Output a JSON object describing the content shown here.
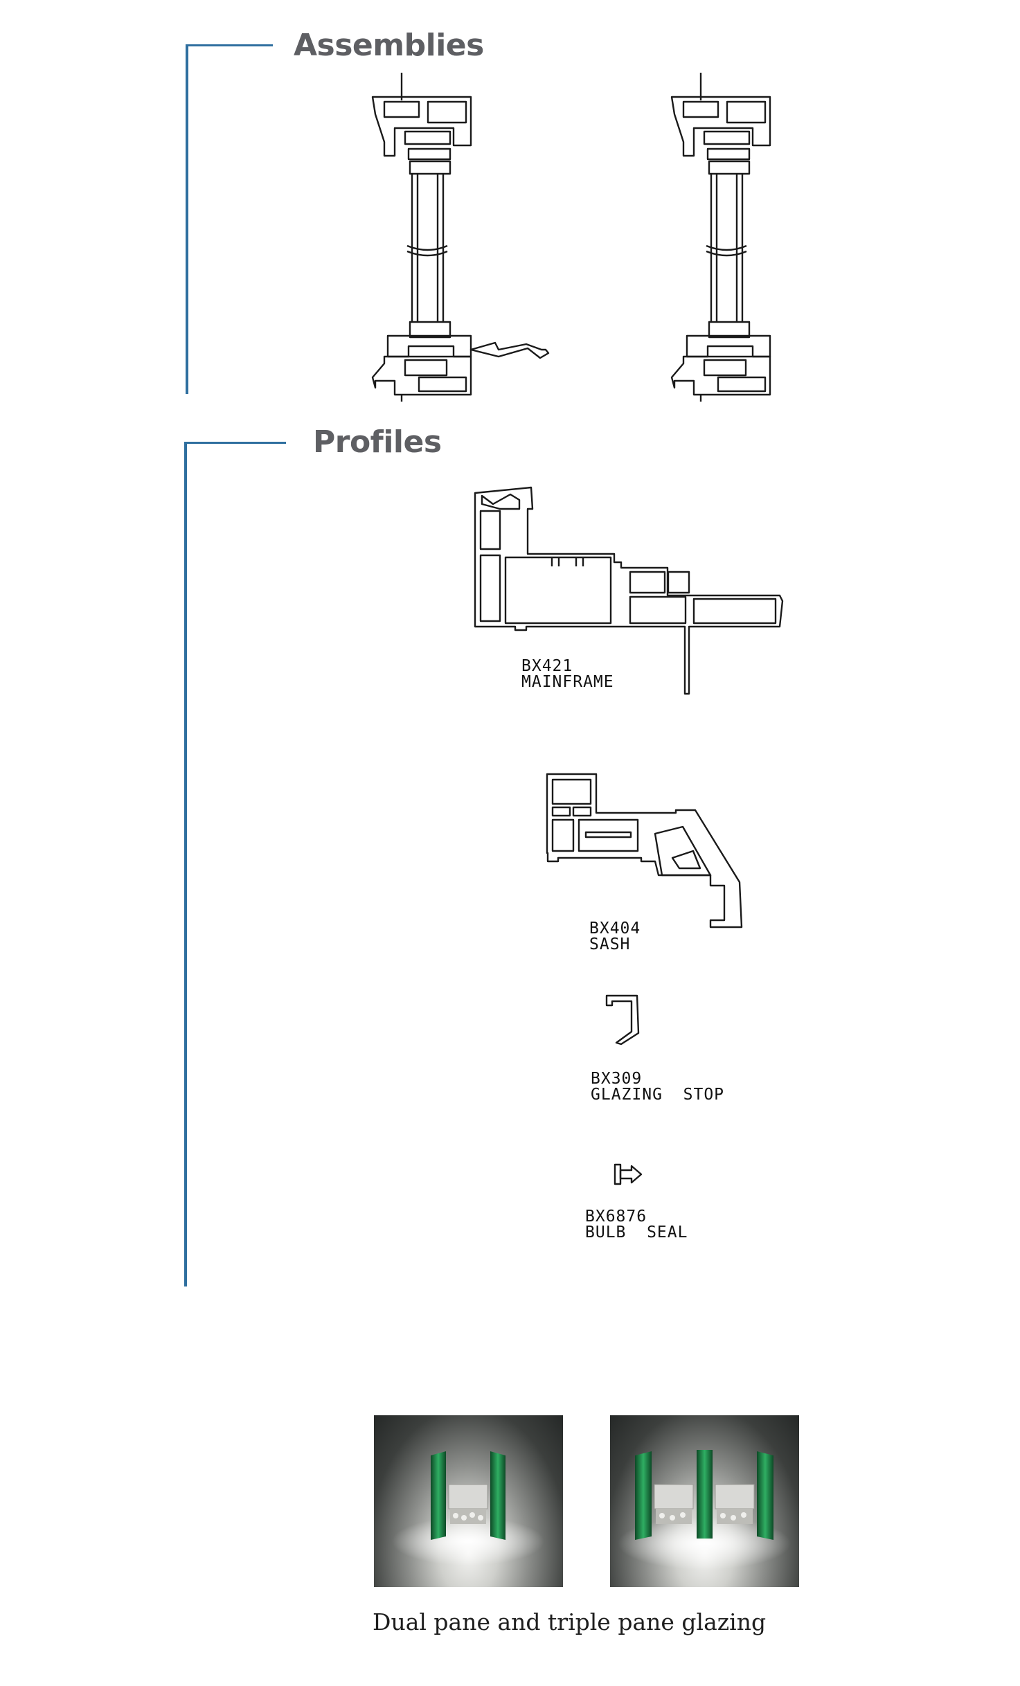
{
  "sections": {
    "assemblies": {
      "title": "Assemblies"
    },
    "profiles": {
      "title": "Profiles"
    }
  },
  "profiles": [
    {
      "code": "BX421",
      "name": "MAINFRAME"
    },
    {
      "code": "BX404",
      "name": "SASH"
    },
    {
      "code": "BX309",
      "name": "GLAZING  STOP"
    },
    {
      "code": "BX6876",
      "name": "BULB  SEAL"
    }
  ],
  "glazing": {
    "caption": "Dual pane and triple pane glazing"
  },
  "colors": {
    "accent_line": "#2f6f9f",
    "heading": "#5e5f63",
    "glass_green": "#1f8a4c"
  },
  "icons": {
    "assembly_drawing": "window-section-drawing",
    "profile_drawing": "extrusion-profile-drawing"
  }
}
